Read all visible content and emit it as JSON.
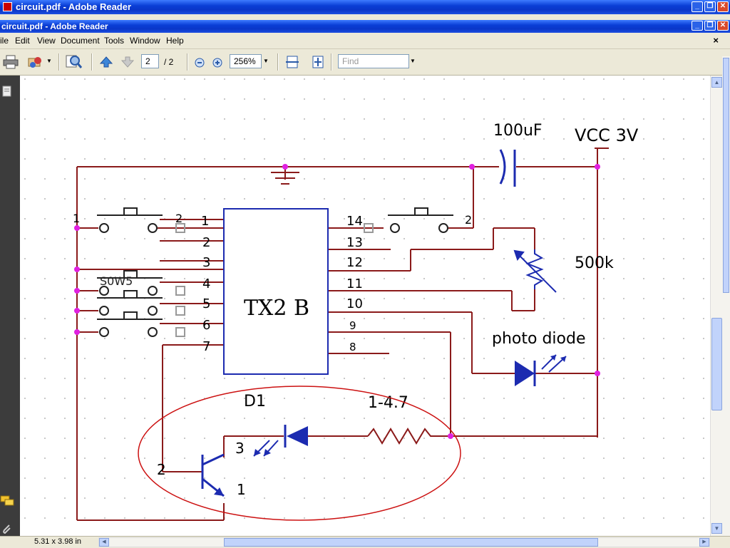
{
  "outer_window": {
    "title": "circuit.pdf - Adobe Reader"
  },
  "inner_window": {
    "title": "circuit.pdf - Adobe Reader"
  },
  "menu": {
    "items": [
      "ile",
      "Edit",
      "View",
      "Document",
      "Tools",
      "Window",
      "Help"
    ],
    "close_glyph": "×"
  },
  "toolbar": {
    "page_current": "2",
    "page_total": "/ 2",
    "zoom": "256%",
    "find_placeholder": "Find"
  },
  "status": {
    "page_size": "5.31 x 3.98 in"
  },
  "icons": [
    "printer-icon",
    "email-icon",
    "search-icon",
    "prev-page-icon",
    "next-page-icon",
    "zoom-out-icon",
    "zoom-in-icon",
    "fit-width-icon",
    "fit-page-icon",
    "pages-panel-icon",
    "comments-icon",
    "attachments-icon"
  ],
  "schematic": {
    "ic_label": "TX2 B",
    "capacitor_label": "100uF",
    "vcc_label": "VCC 3V",
    "pot_label": "500k",
    "photodiode_label": "photo diode",
    "d1_label": "D1",
    "resistor_label": "1-4.7",
    "left_pins": [
      "1",
      "2",
      "3",
      "4",
      "5",
      "6",
      "7"
    ],
    "right_pins": [
      "14",
      "13",
      "12",
      "11",
      "10",
      "9",
      "8"
    ],
    "transistor_pins": [
      "3",
      "2",
      "1"
    ],
    "switch_label": "S0W5",
    "switch_pin_1": "1",
    "switch_pin_2": "2",
    "colors": {
      "wire": "#8b1a1a",
      "component": "#1c2bb0",
      "node": "#e020e0",
      "ellipse": "#cc1111"
    }
  }
}
